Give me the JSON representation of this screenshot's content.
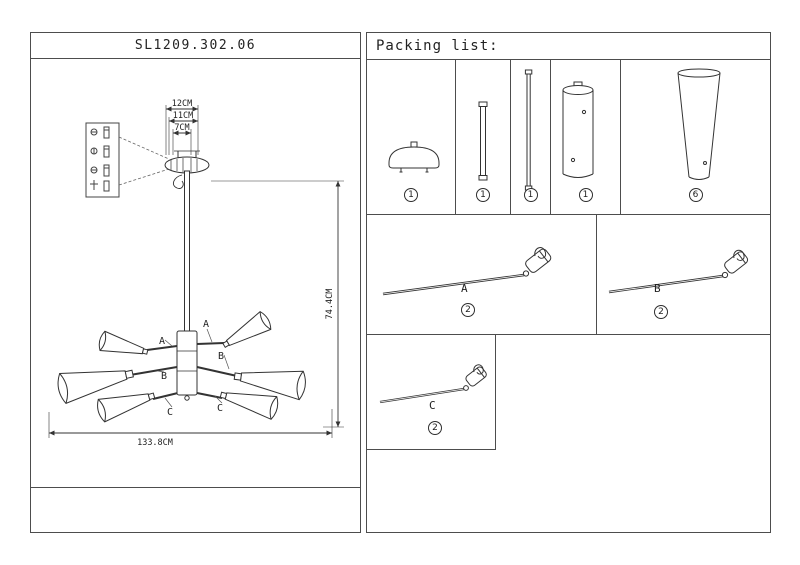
{
  "spec_panel": {
    "model": "SL1209.302.06",
    "dims": {
      "d12": "12CM",
      "d11": "11CM",
      "d7": "7CM",
      "height": "74.4CM",
      "width": "133.8CM"
    },
    "labels": {
      "a1": "A",
      "a2": "A",
      "b1": "B",
      "b2": "B",
      "c1": "C",
      "c2": "C"
    }
  },
  "packing": {
    "title": "Packing list:",
    "items": [
      {
        "name": "ceiling-canopy",
        "qty": "1"
      },
      {
        "name": "rod-short",
        "qty": "1"
      },
      {
        "name": "rod-long",
        "qty": "1"
      },
      {
        "name": "socket-tube",
        "qty": "1"
      },
      {
        "name": "shade-cone",
        "qty": "6"
      },
      {
        "name": "arm-a",
        "label": "A",
        "qty": "2"
      },
      {
        "name": "arm-b",
        "label": "B",
        "qty": "2"
      },
      {
        "name": "arm-c",
        "label": "C",
        "qty": "2"
      }
    ]
  }
}
